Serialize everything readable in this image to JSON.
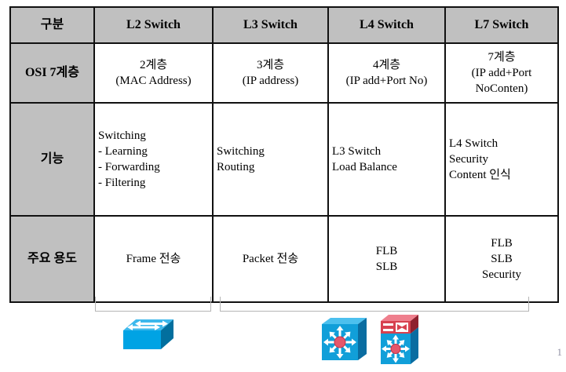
{
  "table": {
    "headers": [
      "구분",
      "L2 Switch",
      "L3 Switch",
      "L4 Switch",
      "L7 Switch"
    ],
    "rows": [
      {
        "label": "OSI 7계층",
        "align": "center",
        "cells": [
          [
            "2계층",
            "(MAC Address)"
          ],
          [
            "3계층",
            "(IP address)"
          ],
          [
            "4계층",
            "(IP add+Port No)"
          ],
          [
            "7계층",
            "(IP add+Port",
            "NoConten)"
          ]
        ]
      },
      {
        "label": "기능",
        "align": "left",
        "cells": [
          [
            "Switching",
            "- Learning",
            "- Forwarding",
            "- Filtering"
          ],
          [
            "Switching",
            "Routing"
          ],
          [
            "L3 Switch",
            "Load Balance"
          ],
          [
            "L4 Switch",
            "Security",
            "Content 인식"
          ]
        ]
      },
      {
        "label": "주요 용도",
        "align": "center",
        "cells": [
          [
            "Frame 전송"
          ],
          [
            "Packet 전송"
          ],
          [
            "FLB",
            "SLB"
          ],
          [
            "FLB",
            "SLB",
            "Security"
          ]
        ]
      }
    ]
  },
  "icons": [
    {
      "name": "workgroup-switch-icon",
      "represents": "L2 Switch"
    },
    {
      "name": "multilayer-switch-icon",
      "represents": "L3/L4 Switch"
    },
    {
      "name": "content-switch-icon",
      "represents": "L7 Content Switch"
    }
  ],
  "page": {
    "number": "1"
  },
  "colors": {
    "header_bg": "#c0c0c0",
    "table_border": "#111111",
    "bracket": "#b5b5b5",
    "switch_blue": "#119fd9",
    "switch_blue_top": "#4cc0ee",
    "switch_blue_side": "#0a6da1",
    "switch_red": "#d7414f",
    "hub_circle": "#e4566b"
  }
}
